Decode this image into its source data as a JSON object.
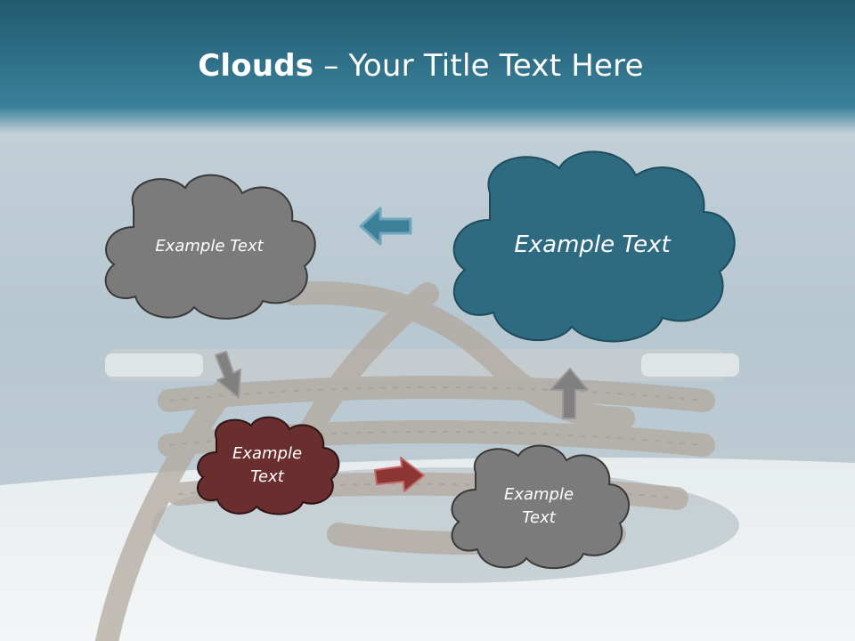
{
  "slide": {
    "title_bold": "Clouds",
    "title_rest": " – Your Title Text Here"
  },
  "clouds": [
    {
      "id": "top-left",
      "text": "Example Text",
      "fill": "#7b7b7b"
    },
    {
      "id": "top-right",
      "text": "Example Text",
      "fill": "#2e6a80"
    },
    {
      "id": "bottom-left",
      "text": "Example\nText",
      "fill": "#6b2e2e"
    },
    {
      "id": "bottom-right",
      "text": "Example\nText",
      "fill": "#7b7b7b"
    }
  ],
  "arrows": [
    {
      "id": "left",
      "direction": "left",
      "color": "#3d7f97"
    },
    {
      "id": "down",
      "direction": "down",
      "color": "#808080"
    },
    {
      "id": "right",
      "direction": "right",
      "color": "#8b3535"
    },
    {
      "id": "up",
      "direction": "up",
      "color": "#808080"
    }
  ],
  "colors": {
    "header": "#2f7088",
    "cloud_outline": "#3a3a3a"
  }
}
